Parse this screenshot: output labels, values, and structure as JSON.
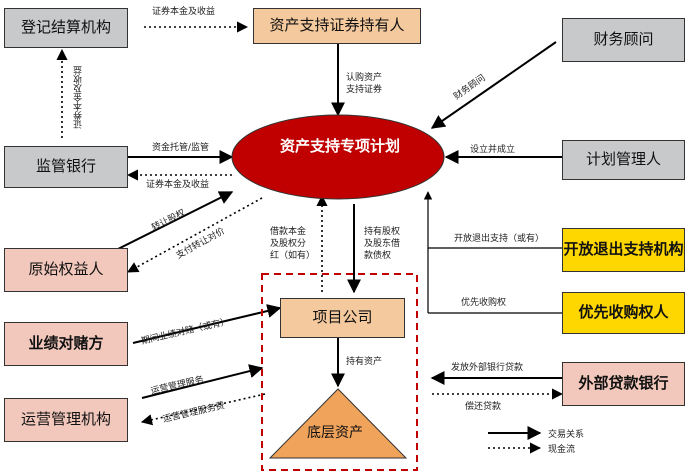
{
  "boxes": {
    "registrar": "登记结算机构",
    "holder": "资产支持证券持有人",
    "advisor": "财务顾问",
    "custodian": "监管银行",
    "plan": "资产支持专项计划",
    "manager": "计划管理人",
    "originator": "原始权益人",
    "open_exit": "开放退出支持机构",
    "project": "项目公司",
    "gambler": "业绩对赌方",
    "priority": "优先收购权人",
    "operator": "运营管理机构",
    "lender": "外部贷款银行",
    "underlying": "底层资产"
  },
  "labels": {
    "reg_to_holder": "证券本金及收益",
    "cust_to_reg": "证券本金及收益",
    "holder_to_plan": "认购资产\n支持证券",
    "advisor_to_plan": "财务顾问",
    "custody": "资金托管/监管",
    "cust_back": "证券本金及收益",
    "setup": "设立并成立",
    "transfer_equity": "转让股权",
    "pay_transfer": "支付转让对价",
    "loan_principal": "借款本金\n及股权分\n红（如有）",
    "hold_equity": "持有股权\n及股东借\n款债权",
    "open_exit_support": "开放退出支持（或有）",
    "priority_right": "优先收购权",
    "gamble_period": "期间业绩对赌（或有）",
    "hold_assets": "持有资产",
    "ops_service": "运营管理服务",
    "ops_fee": "运营管理服务费",
    "issue_loan": "发放外部银行贷款",
    "repay_loan": "偿还贷款"
  },
  "legend": {
    "solid": "交易关系",
    "dotted": "现金流"
  },
  "colors": {
    "gray": "#c8c9cb",
    "orange": "#f5c99e",
    "pink": "#f2c7bc",
    "yellow": "#ffd700",
    "plan_fill": "#c00000",
    "dashed_border": "#c00000"
  }
}
